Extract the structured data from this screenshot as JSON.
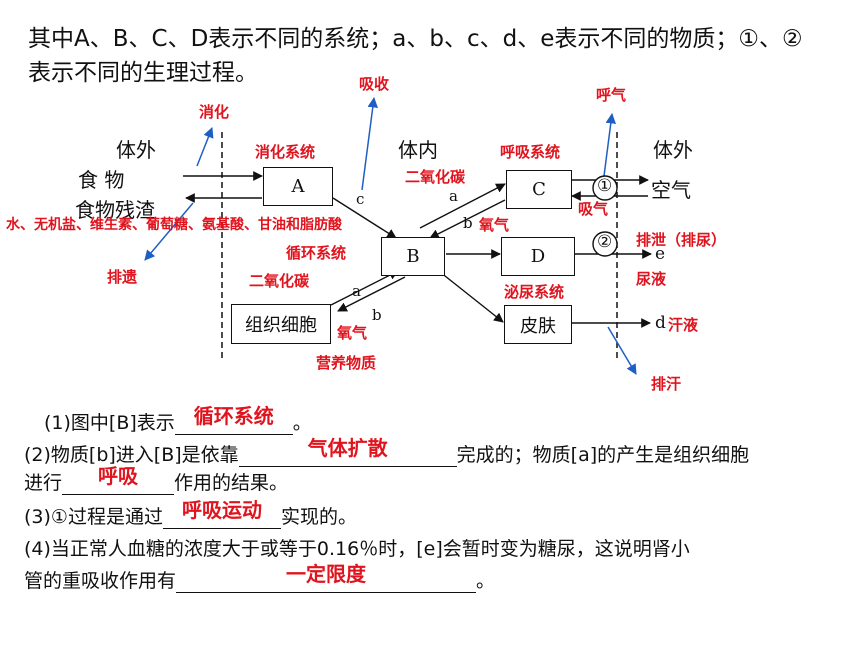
{
  "intro": {
    "line1": "其中A、B、C、D表示不同的系统；a、b、c、d、e表示不同的物质；①、②",
    "line2": "表示不同的生理过程。"
  },
  "diagram": {
    "region_outside_left": "体外",
    "region_inside": "体内",
    "region_outside_right": "体外",
    "food": "食      物",
    "residue": "食物残渣",
    "box_a": "A",
    "box_b": "B",
    "box_c": "C",
    "box_d": "D",
    "box_tissue": "组织细胞",
    "box_skin": "皮肤",
    "letter_a_top": "a",
    "letter_b_top": "b",
    "letter_c": "c",
    "letter_a_bottom": "a",
    "letter_b_bottom": "b",
    "circle_1": "①",
    "circle_2": "②",
    "air": "空气",
    "letter_e": "e",
    "letter_d": "d"
  },
  "annotations": {
    "digestion": "消化",
    "absorption": "吸收",
    "exhale": "呼气",
    "digestive_system": "消化系统",
    "respiratory_system": "呼吸系统",
    "co2_top": "二氧化碳",
    "inhale": "吸气",
    "oxygen_top": "氧气",
    "nutrients_list": "水、无机盐、维生素、葡萄糖、氨基酸、甘油和脂肪酸",
    "excretion_urine": "排泄（排尿）",
    "circulatory_system": "循环系统",
    "egestion": "排遗",
    "co2_bottom": "二氧化碳",
    "urine": "尿液",
    "urinary_system": "泌尿系统",
    "sweat": "汗液",
    "oxygen_bottom": "氧气",
    "nutrients": "营养物质",
    "sweating": "排汗"
  },
  "questions": {
    "q1_pre": "(1)图中[B]表示",
    "q1_answer": "循环系统",
    "q1_post": "。",
    "q2_pre": "(2)物质[b]进入[B]是依靠",
    "q2_answer": "气体扩散",
    "q2_mid": "完成的；物质[a]的产生是组织细胞",
    "q2_line2_pre": "进行",
    "q2_answer2": "呼吸",
    "q2_post": "作用的结果。",
    "q3_pre": "(3)①过程是通过",
    "q3_answer": "呼吸运动",
    "q3_post": "实现的。",
    "q4_line1": "(4)当正常人血糖的浓度大于或等于0.16％时，[e]会暂时变为糖尿，这说明肾小",
    "q4_line2_pre": "管的重吸收作用有",
    "q4_answer": "一定限度",
    "q4_post": "。"
  }
}
